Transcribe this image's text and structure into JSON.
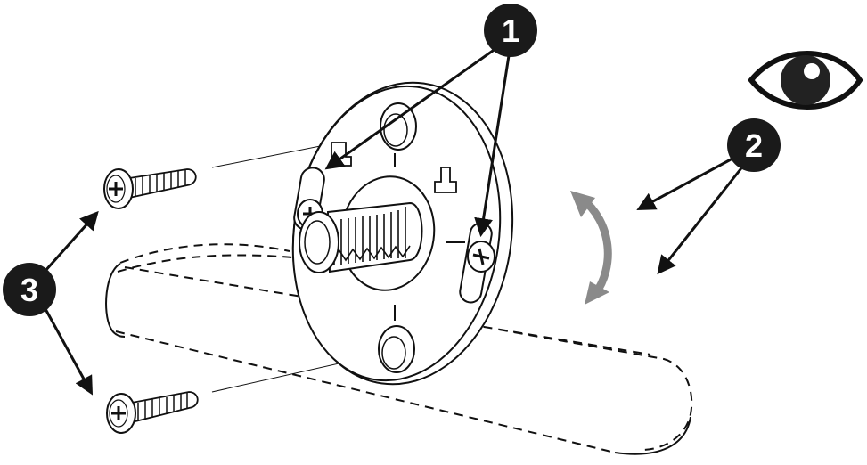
{
  "callouts": [
    {
      "label": "1"
    },
    {
      "label": "2"
    },
    {
      "label": "3"
    }
  ],
  "icons": {
    "eye": "eye-icon"
  },
  "colors": {
    "ink": "#111111",
    "badge": "#1a1a1a",
    "badge_text": "#ffffff",
    "rotation_arrow": "#8a8a8a"
  }
}
